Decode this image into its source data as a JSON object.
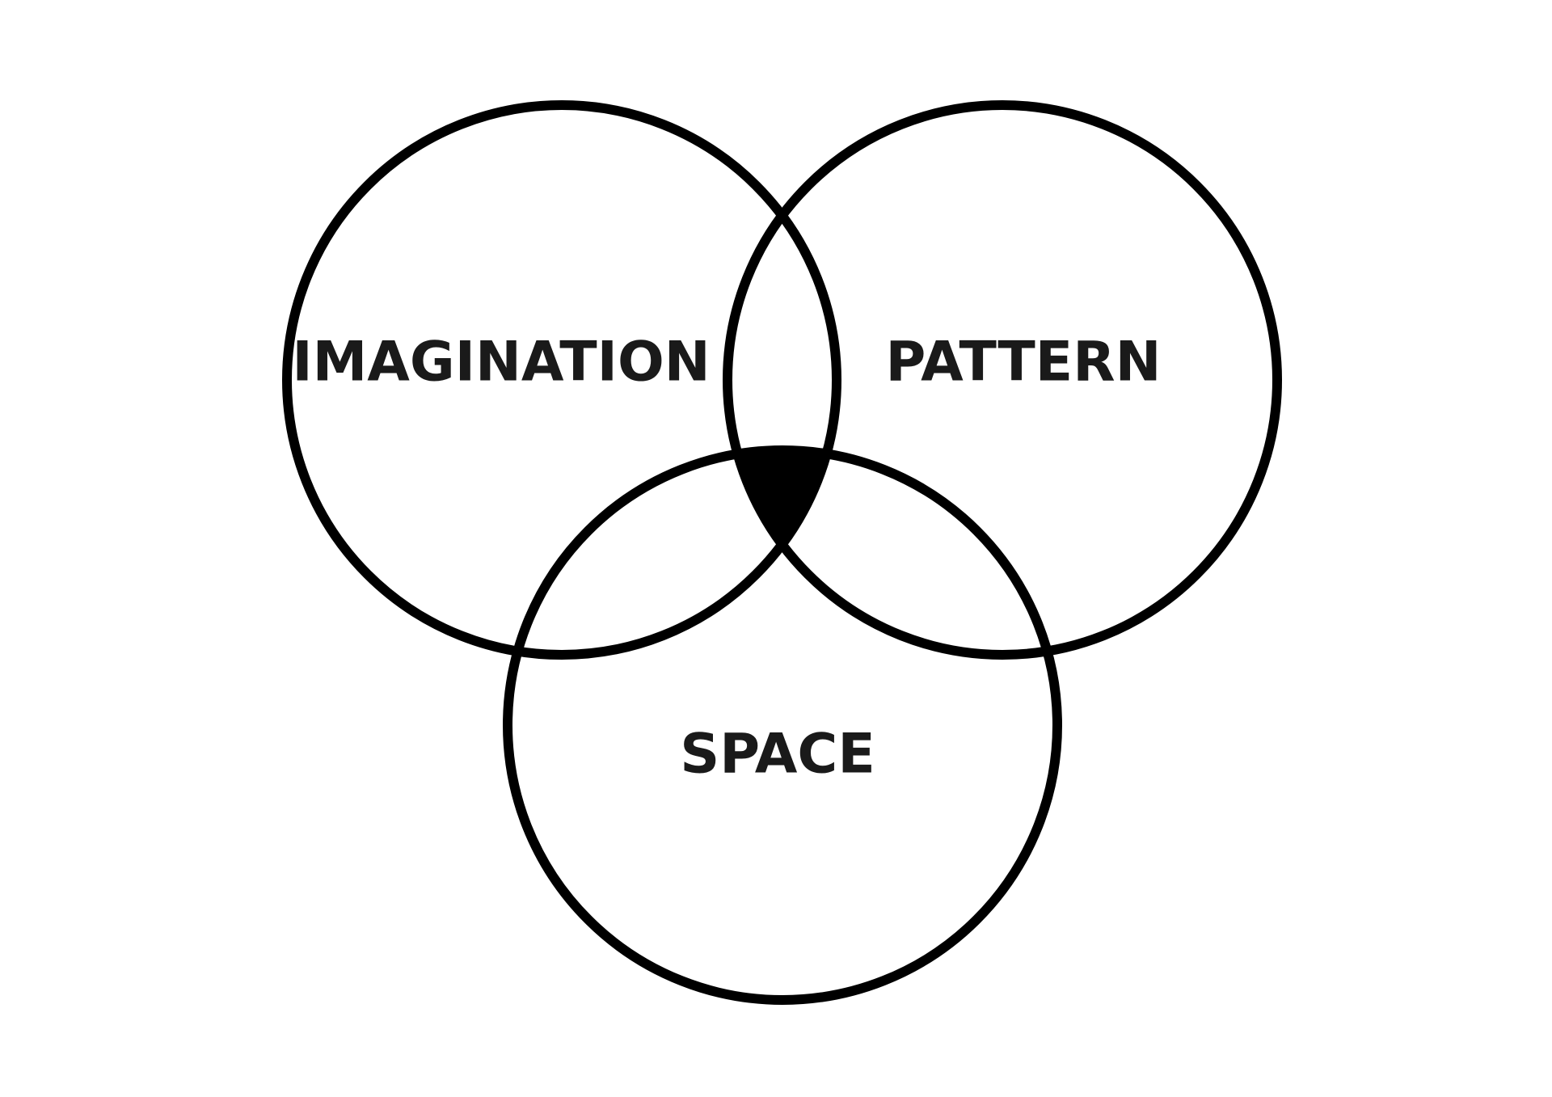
{
  "diagram": {
    "type": "venn",
    "sets": [
      {
        "id": "imagination",
        "label": "IMAGINATION"
      },
      {
        "id": "pattern",
        "label": "PATTERN"
      },
      {
        "id": "space",
        "label": "SPACE"
      }
    ],
    "highlighted_region": [
      "imagination",
      "pattern",
      "space"
    ],
    "colors": {
      "stroke": "#000000",
      "text": "#1a1a1a",
      "highlight": "#000000",
      "background": "#ffffff"
    }
  }
}
